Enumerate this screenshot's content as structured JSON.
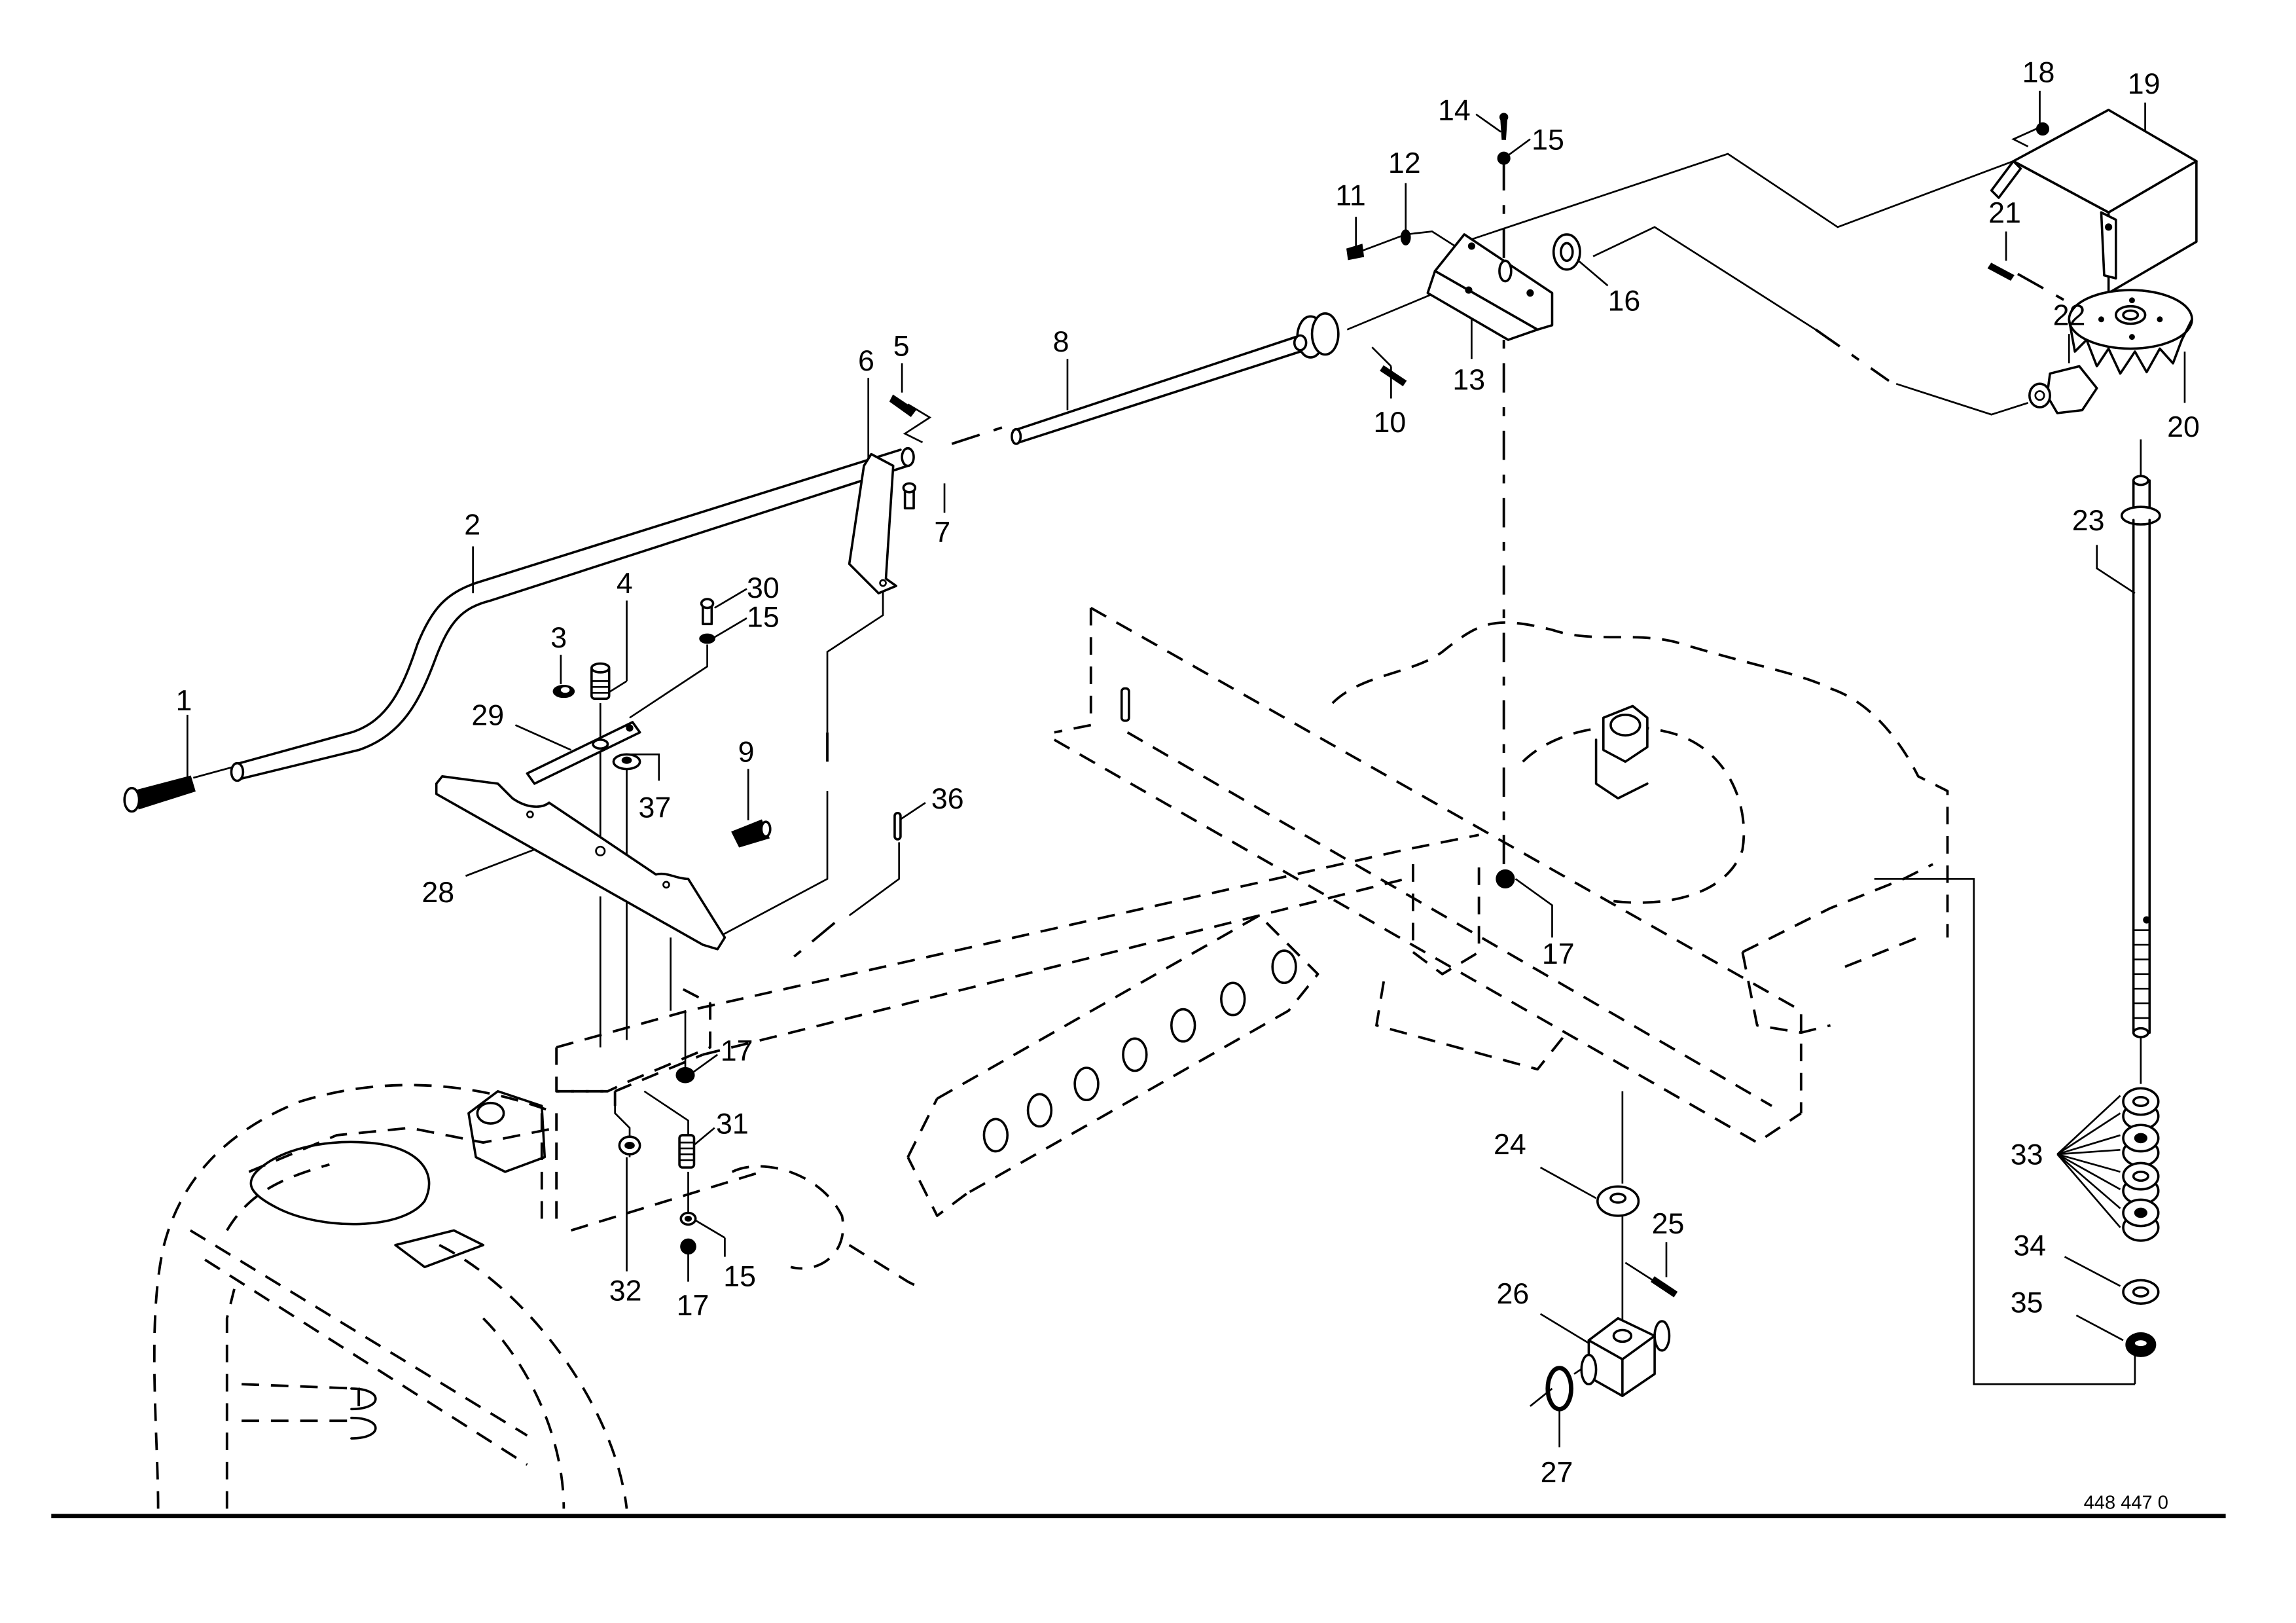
{
  "diagram": {
    "type": "exploded-parts-diagram",
    "drawing_number": "448 447 0",
    "callouts": [
      {
        "id": "c1",
        "label": "1"
      },
      {
        "id": "c2",
        "label": "2"
      },
      {
        "id": "c3",
        "label": "3"
      },
      {
        "id": "c4",
        "label": "4"
      },
      {
        "id": "c5",
        "label": "5"
      },
      {
        "id": "c6",
        "label": "6"
      },
      {
        "id": "c7",
        "label": "7"
      },
      {
        "id": "c8",
        "label": "8"
      },
      {
        "id": "c9",
        "label": "9"
      },
      {
        "id": "c10",
        "label": "10"
      },
      {
        "id": "c11",
        "label": "11"
      },
      {
        "id": "c12",
        "label": "12"
      },
      {
        "id": "c13",
        "label": "13"
      },
      {
        "id": "c14",
        "label": "14"
      },
      {
        "id": "c15a",
        "label": "15"
      },
      {
        "id": "c15b",
        "label": "15"
      },
      {
        "id": "c15c",
        "label": "15"
      },
      {
        "id": "c16",
        "label": "16"
      },
      {
        "id": "c17a",
        "label": "17"
      },
      {
        "id": "c17b",
        "label": "17"
      },
      {
        "id": "c17c",
        "label": "17"
      },
      {
        "id": "c18",
        "label": "18"
      },
      {
        "id": "c19",
        "label": "19"
      },
      {
        "id": "c20",
        "label": "20"
      },
      {
        "id": "c21",
        "label": "21"
      },
      {
        "id": "c22",
        "label": "22"
      },
      {
        "id": "c23",
        "label": "23"
      },
      {
        "id": "c24",
        "label": "24"
      },
      {
        "id": "c25",
        "label": "25"
      },
      {
        "id": "c26",
        "label": "26"
      },
      {
        "id": "c27",
        "label": "27"
      },
      {
        "id": "c28",
        "label": "28"
      },
      {
        "id": "c29",
        "label": "29"
      },
      {
        "id": "c30",
        "label": "30"
      },
      {
        "id": "c31",
        "label": "31"
      },
      {
        "id": "c32",
        "label": "32"
      },
      {
        "id": "c33",
        "label": "33"
      },
      {
        "id": "c34",
        "label": "34"
      },
      {
        "id": "c35",
        "label": "35"
      },
      {
        "id": "c36",
        "label": "36"
      },
      {
        "id": "c37",
        "label": "37"
      }
    ]
  }
}
